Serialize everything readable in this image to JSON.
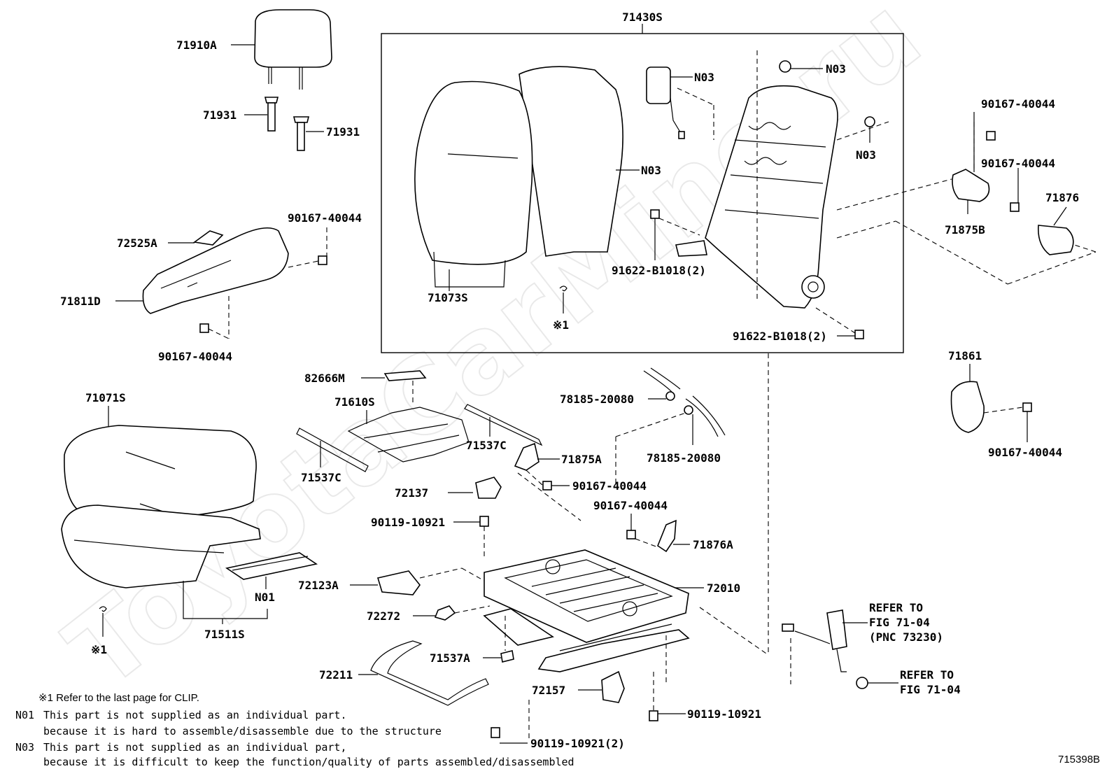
{
  "watermark": "ToyotaCarMine.ru",
  "assembly_box_label": "71430S",
  "figure_code": "715398B",
  "labels": {
    "l71910A": "71910A",
    "l71931a": "71931",
    "l71931b": "71931",
    "l72525A": "72525A",
    "l90167_a": "90167-40044",
    "l71811D": "71811D",
    "l90167_b": "90167-40044",
    "l71073S": "71073S",
    "lN03_cover": "N03",
    "lN03_bag": "N03",
    "lN03_top": "N03",
    "lN03_mid": "N03",
    "l91622_a": "91622-B1018(2)",
    "l91622_b": "91622-B1018(2)",
    "lclip1": "※1",
    "l90167_c": "90167-40044",
    "l90167_d": "90167-40044",
    "l71875B": "71875B",
    "l71876": "71876",
    "l71861": "71861",
    "l90167_e": "90167-40044",
    "l82666M": "82666M",
    "l71610S": "71610S",
    "l71537C_a": "71537C",
    "l71537C_b": "71537C",
    "l78185_a": "78185-20080",
    "l78185_b": "78185-20080",
    "l71875A": "71875A",
    "l90167_f": "90167-40044",
    "l72137": "72137",
    "l90119_a": "90119-10921",
    "l90167_g": "90167-40044",
    "l71876A": "71876A",
    "l72010": "72010",
    "l71071S": "71071S",
    "l72123A": "72123A",
    "l72272": "72272",
    "lN01": "N01",
    "l71511S": "71511S",
    "lclip2": "※1",
    "l71537A": "71537A",
    "l72211": "72211",
    "l72157": "72157",
    "l90119_b": "90119-10921",
    "l90119_c": "90119-10921(2)",
    "refer1_l1": "REFER TO",
    "refer1_l2": "FIG 71-04",
    "refer1_l3": "(PNC 73230)",
    "refer2_l1": "REFER TO",
    "refer2_l2": "FIG 71-04"
  },
  "notes": {
    "clip": "※1 Refer to the last page for CLIP.",
    "n01_code": "N01",
    "n01_line1": "This part is not supplied as an individual part.",
    "n01_line2": "because it is hard to assemble/disassemble due to the structure",
    "n03_code": "N03",
    "n03_line1": "This part is not supplied as an individual part,",
    "n03_line2": "because it is difficult to keep the function/quality of parts assembled/disassembled"
  }
}
